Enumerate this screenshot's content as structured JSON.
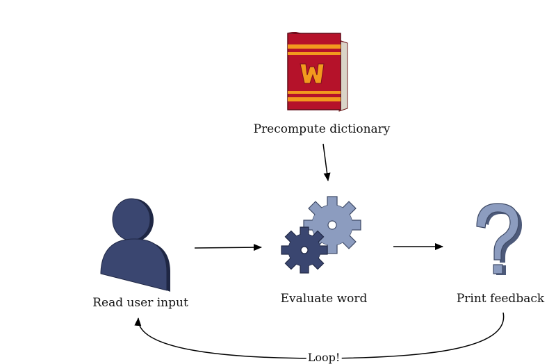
{
  "nodes": {
    "dictionary": {
      "label": "Precompute dictionary",
      "icon": "dictionary-book-icon"
    },
    "user_input": {
      "label": "Read user input",
      "icon": "user-icon"
    },
    "evaluate": {
      "label": "Evaluate word",
      "icon": "gears-icon"
    },
    "feedback": {
      "label": "Print feedback",
      "icon": "question-mark-icon"
    }
  },
  "edges": {
    "loop_label": "Loop!"
  },
  "colors": {
    "navy": "#3a4670",
    "slate_blue": "#8c9cbf",
    "book_red": "#b5122a",
    "book_orange": "#f29a1e"
  }
}
